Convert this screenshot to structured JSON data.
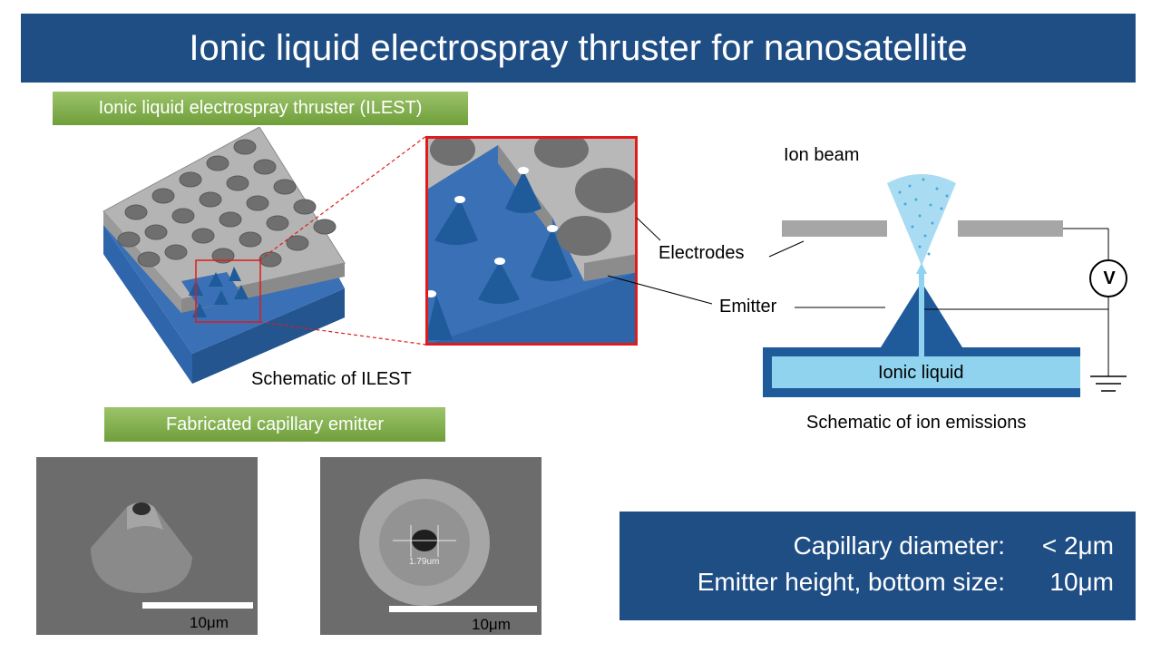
{
  "title": "Ionic liquid electrospray thruster for nanosatellite",
  "section_labels": {
    "ilest": "Ionic liquid electrospray thruster (ILEST)",
    "fabricated": "Fabricated capillary emitter"
  },
  "captions": {
    "schematic_ilest": "Schematic of ILEST",
    "schematic_emissions": "Schematic of ion emissions"
  },
  "diagram_labels": {
    "electrodes": "Electrodes",
    "emitter": "Emitter",
    "ion_beam": "Ion beam",
    "ionic_liquid": "Ionic liquid",
    "voltmeter": "V"
  },
  "sem_images": [
    {
      "scale_bar": "10μm"
    },
    {
      "scale_bar": "10μm",
      "measurement": "1.79um"
    }
  ],
  "specs": [
    {
      "label": "Capillary diameter:",
      "value": "< 2μm"
    },
    {
      "label": "Emitter height, bottom size:",
      "value": "10μm"
    }
  ],
  "colors": {
    "title_bg": "#1f4e85",
    "label_green": "#7aab45",
    "substrate_blue": "#2e64a8",
    "electrode_gray": "#a6a6a6",
    "liquid_cyan": "#8fd3ef",
    "highlight_red": "#e01b1b"
  }
}
